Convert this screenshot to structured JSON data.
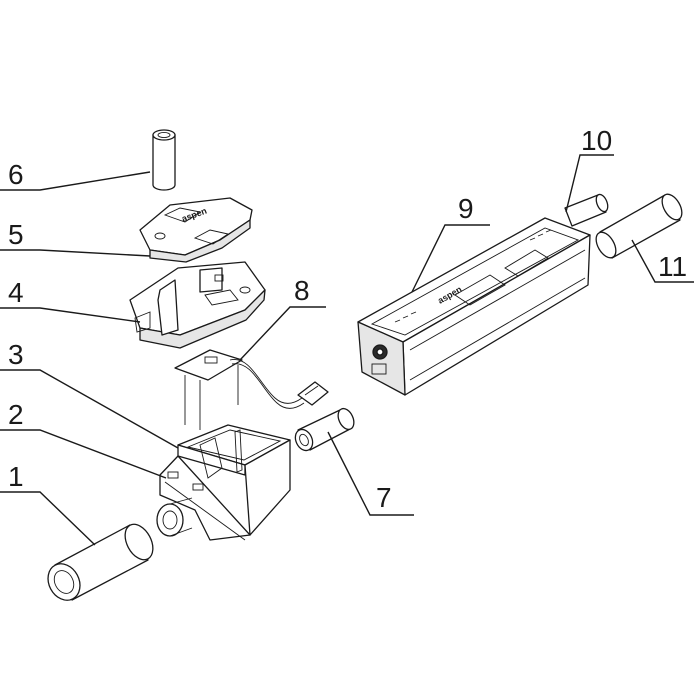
{
  "callouts": [
    {
      "id": "1",
      "label": "1"
    },
    {
      "id": "2",
      "label": "2"
    },
    {
      "id": "3",
      "label": "3"
    },
    {
      "id": "4",
      "label": "4"
    },
    {
      "id": "5",
      "label": "5"
    },
    {
      "id": "6",
      "label": "6"
    },
    {
      "id": "7",
      "label": "7"
    },
    {
      "id": "8",
      "label": "8"
    },
    {
      "id": "9",
      "label": "9"
    },
    {
      "id": "10",
      "label": "10"
    },
    {
      "id": "11",
      "label": "11"
    }
  ],
  "pump_brand_text": "aspen"
}
